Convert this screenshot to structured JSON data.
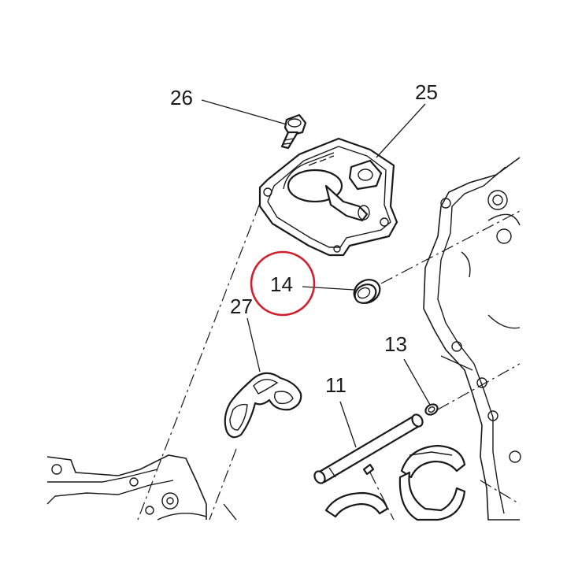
{
  "diagram": {
    "callouts": [
      {
        "id": "26",
        "label": "26"
      },
      {
        "id": "25",
        "label": "25"
      },
      {
        "id": "14",
        "label": "14"
      },
      {
        "id": "27",
        "label": "27"
      },
      {
        "id": "13",
        "label": "13"
      },
      {
        "id": "11",
        "label": "11"
      }
    ],
    "highlight": {
      "target": "14",
      "color": "#d0202c"
    },
    "line_color": "#1a1a1a"
  }
}
